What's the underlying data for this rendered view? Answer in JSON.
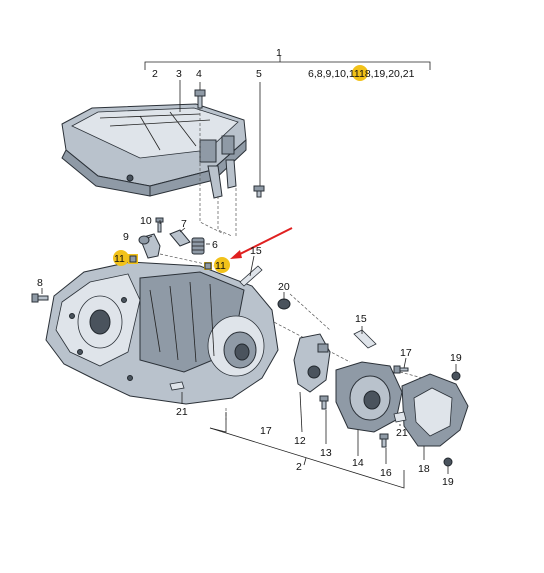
{
  "colors": {
    "highlight": "#f2c21a",
    "arrow": "#e02020",
    "line": "#222222",
    "part": "#b9c2cc"
  },
  "labels": {
    "l1": "1",
    "l2_top": "2",
    "l3": "3",
    "l4": "4",
    "l5": "5",
    "group_a": "6,8,9,10,",
    "group_hl": "11",
    "group_b": "18,19,20,21",
    "l6": "6",
    "l7": "7",
    "l8": "8",
    "l9": "9",
    "l10": "10",
    "l11_left": "11",
    "l11_right": "11",
    "l12": "12",
    "l13": "13",
    "l14": "14",
    "l15_top": "15",
    "l15_right": "15",
    "l16": "16",
    "l17": "17",
    "l17_right": "17",
    "l18": "18",
    "l19_top": "19",
    "l19_bottom": "19",
    "l20": "20",
    "l21_left": "21",
    "l21_right": "21",
    "l2_bottom": "2"
  }
}
